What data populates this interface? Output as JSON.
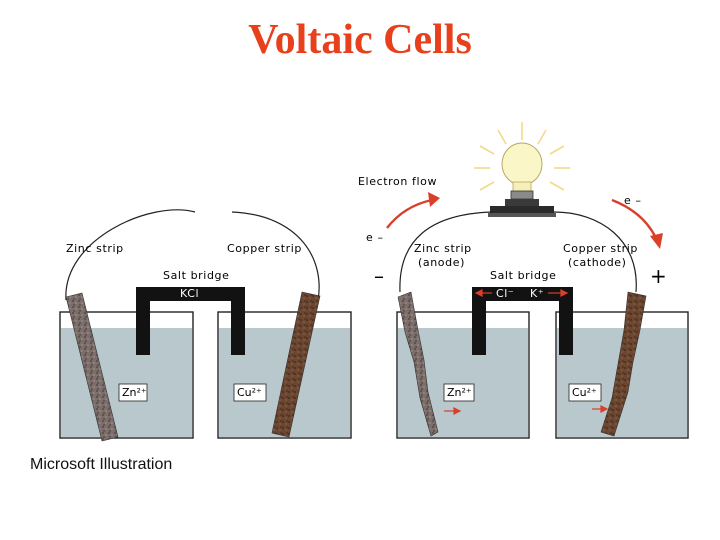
{
  "title": "Voltaic Cells",
  "credit": "Microsoft Illustration",
  "left_cell": {
    "zinc_label": "Zinc strip",
    "copper_label": "Copper strip",
    "salt_bridge_label": "Salt bridge",
    "bridge_salt": "KCl",
    "zinc_ion": "Zn²⁺",
    "copper_ion": "Cu²⁺"
  },
  "right_cell": {
    "electron_flow_label": "Electron flow",
    "electron_left": "e –",
    "electron_right": "e –",
    "anode_label": "Zinc strip",
    "anode_sub": "(anode)",
    "cathode_label": "Copper strip",
    "cathode_sub": "(cathode)",
    "salt_bridge_label": "Salt bridge",
    "anion": "Cl⁻",
    "cation": "K⁺",
    "minus_sign": "–",
    "plus_sign": "+",
    "zinc_ion": "Zn²⁺",
    "copper_ion": "Cu²⁺"
  },
  "colors": {
    "title": "#e8401c",
    "solution": "#b9c8cc",
    "bridge": "#121212",
    "arrow": "#d8402a",
    "zinc_strip": "#7a6b66",
    "copper_strip": "#6e4a32"
  }
}
